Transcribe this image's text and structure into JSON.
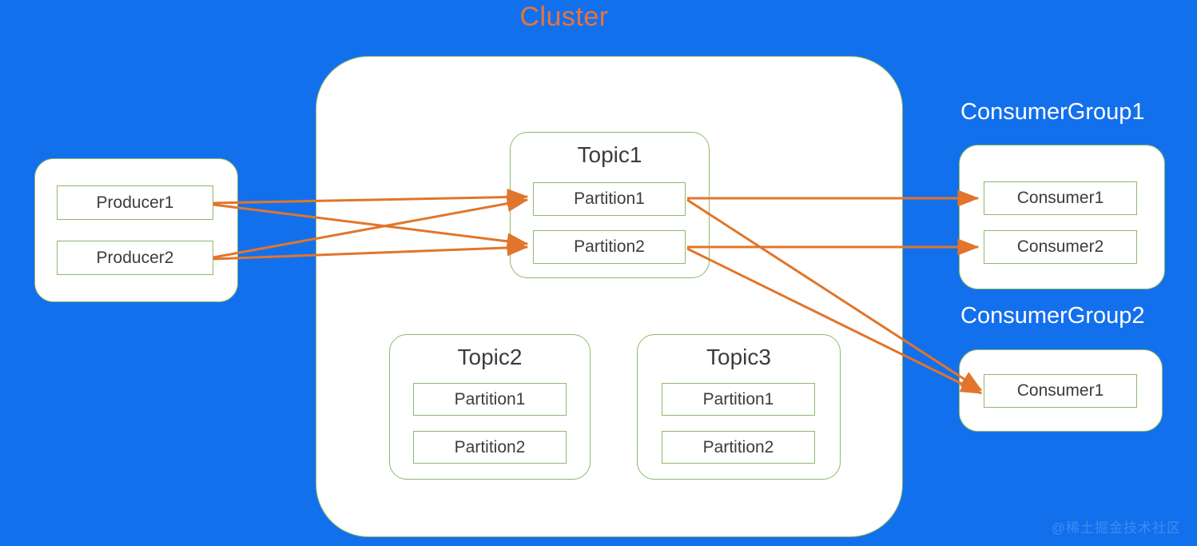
{
  "title": "Cluster",
  "colors": {
    "background": "#1370EC",
    "title": "#E8743B",
    "arrow": "#E1752B",
    "box_border": "#8DBA69",
    "text": "#3C3C3C",
    "label": "#FFFFFF",
    "watermark": "#3F8BF0"
  },
  "producers": {
    "items": [
      {
        "label": "Producer1"
      },
      {
        "label": "Producer2"
      }
    ]
  },
  "cluster": {
    "topics": [
      {
        "name": "Topic1",
        "partitions": [
          {
            "label": "Partition1"
          },
          {
            "label": "Partition2"
          }
        ]
      },
      {
        "name": "Topic2",
        "partitions": [
          {
            "label": "Partition1"
          },
          {
            "label": "Partition2"
          }
        ]
      },
      {
        "name": "Topic3",
        "partitions": [
          {
            "label": "Partition1"
          },
          {
            "label": "Partition2"
          }
        ]
      }
    ]
  },
  "consumer_groups": [
    {
      "label": "ConsumerGroup1",
      "consumers": [
        {
          "label": "Consumer1"
        },
        {
          "label": "Consumer2"
        }
      ]
    },
    {
      "label": "ConsumerGroup2",
      "consumers": [
        {
          "label": "Consumer1"
        }
      ]
    }
  ],
  "connections": [
    {
      "from": "Producer1",
      "to": "Topic1/Partition1"
    },
    {
      "from": "Producer1",
      "to": "Topic1/Partition2"
    },
    {
      "from": "Producer2",
      "to": "Topic1/Partition1"
    },
    {
      "from": "Producer2",
      "to": "Topic1/Partition2"
    },
    {
      "from": "Topic1/Partition1",
      "to": "ConsumerGroup1/Consumer1"
    },
    {
      "from": "Topic1/Partition2",
      "to": "ConsumerGroup1/Consumer2"
    },
    {
      "from": "Topic1/Partition1",
      "to": "ConsumerGroup2/Consumer1"
    },
    {
      "from": "Topic1/Partition2",
      "to": "ConsumerGroup2/Consumer1"
    }
  ],
  "watermark": "@稀土掘金技术社区"
}
